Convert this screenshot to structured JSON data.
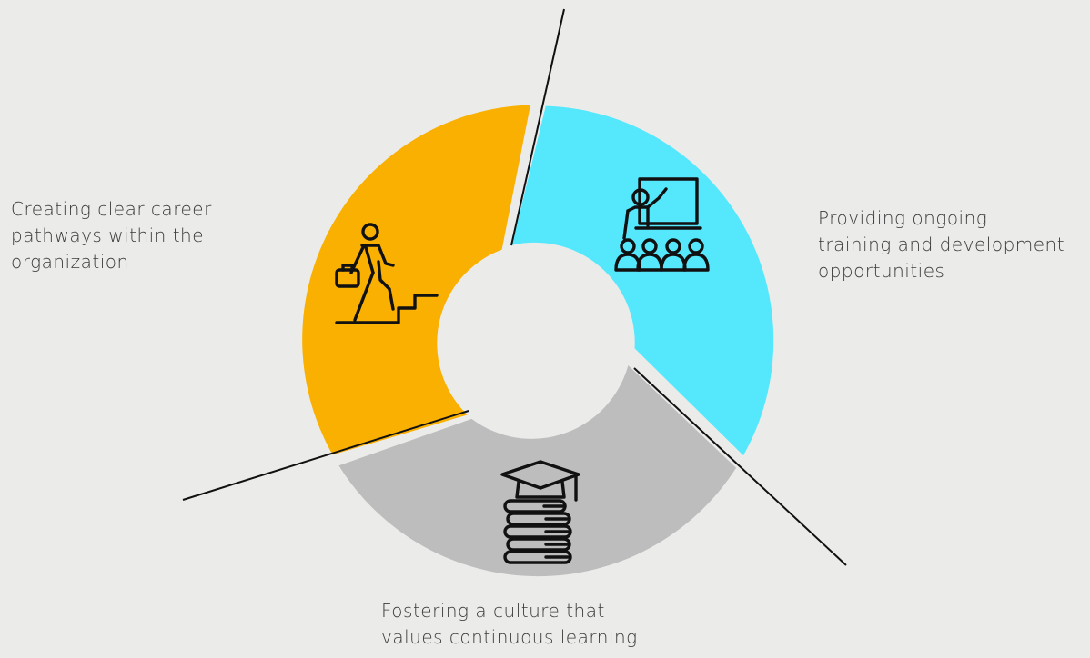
{
  "diagram": {
    "segments": [
      {
        "id": "career-pathways",
        "icon": "person-climbing-stairs-icon",
        "color": "#f9b000",
        "lines": [
          "Creating clear career",
          "pathways within the",
          "organization"
        ]
      },
      {
        "id": "training-development",
        "icon": "teacher-presentation-icon",
        "color": "#55e8fd",
        "lines": [
          "Providing ongoing",
          "training and development",
          "opportunities"
        ]
      },
      {
        "id": "learning-culture",
        "icon": "graduation-cap-books-icon",
        "color": "#bdbdbd",
        "lines": [
          "Fostering a culture that",
          "values continuous learning"
        ]
      }
    ],
    "background": "#ebebea",
    "divider_color": "#111111"
  }
}
